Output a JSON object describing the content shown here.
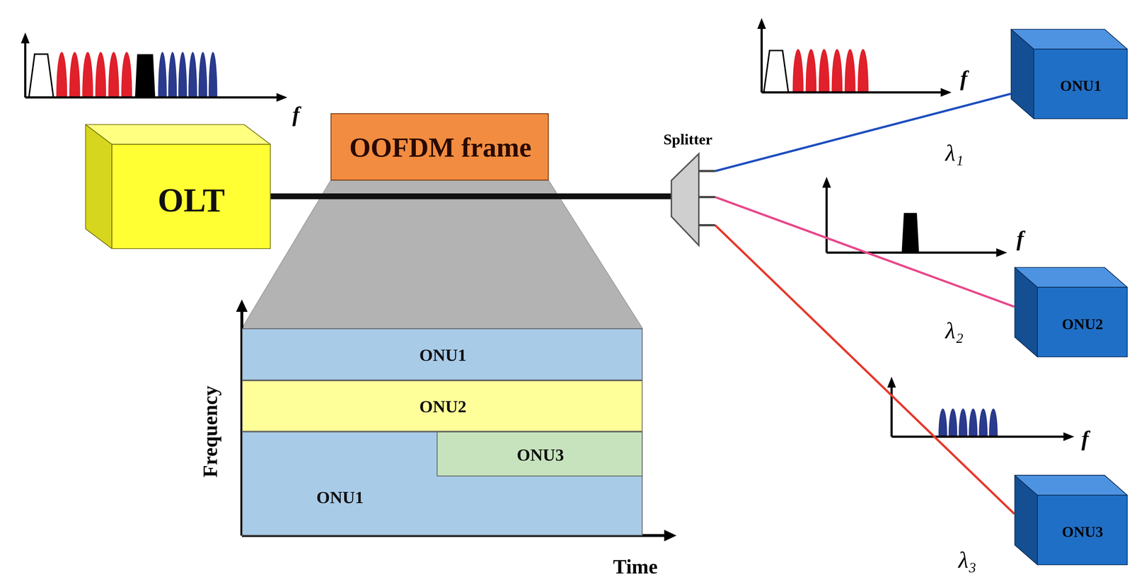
{
  "diagram": {
    "nodes": [
      {
        "text": [
          "OLT"
        ]
      },
      {
        "text": [
          "OOFDM frame"
        ]
      },
      {
        "text": [
          "Splitter"
        ]
      },
      {
        "text": [
          "ONU1"
        ]
      },
      {
        "text": [
          "ONU2"
        ]
      },
      {
        "text": [
          "ONU3"
        ]
      },
      {
        "text": [
          "ONU1"
        ]
      },
      {
        "text": [
          "ONU2"
        ]
      },
      {
        "text": [
          "ONU3"
        ]
      },
      {
        "text": [
          "ONU1"
        ]
      }
    ],
    "edges": [
      {
        "from": 0,
        "to": 2,
        "arrow": "none"
      },
      {
        "from": 2,
        "to": 3,
        "arrow": "none"
      },
      {
        "from": 2,
        "to": 4,
        "arrow": "none"
      },
      {
        "from": 2,
        "to": 5,
        "arrow": "none"
      }
    ],
    "labels": [
      "f",
      "f",
      "f",
      "f",
      "Frequency",
      "Time",
      "λ₁",
      "λ₂",
      "λ₃"
    ]
  }
}
